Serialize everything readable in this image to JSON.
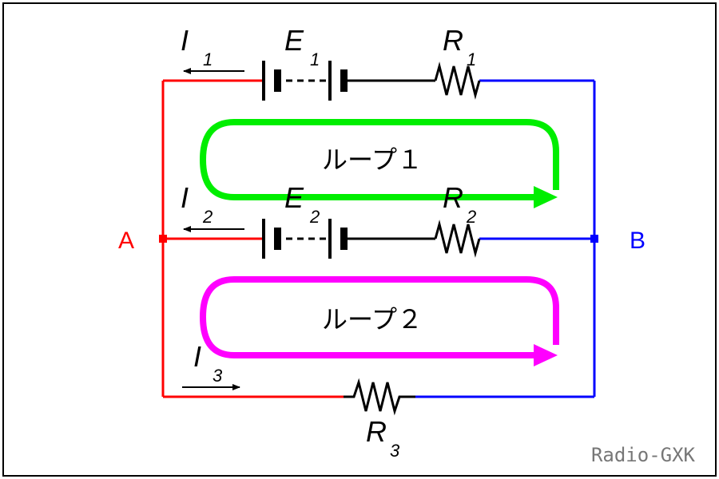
{
  "colors": {
    "node_a": "#ff0000",
    "node_b": "#0000ff",
    "wire": "#000000",
    "loop1": "#00ee00",
    "loop2": "#ff00ff",
    "frame": "#000000",
    "watermark": "#777777"
  },
  "nodes": {
    "a_label": "A",
    "b_label": "B"
  },
  "branches": {
    "top": {
      "current": "I",
      "current_sub": "1",
      "emf": "E",
      "emf_sub": "1",
      "resistor": "R",
      "resistor_sub": "1"
    },
    "middle": {
      "current": "I",
      "current_sub": "2",
      "emf": "E",
      "emf_sub": "2",
      "resistor": "R",
      "resistor_sub": "2"
    },
    "bottom": {
      "current": "I",
      "current_sub": "3",
      "resistor": "R",
      "resistor_sub": "3"
    }
  },
  "loops": {
    "loop1_label": "ループ１",
    "loop2_label": "ループ２"
  },
  "watermark": "Radio-GXK"
}
